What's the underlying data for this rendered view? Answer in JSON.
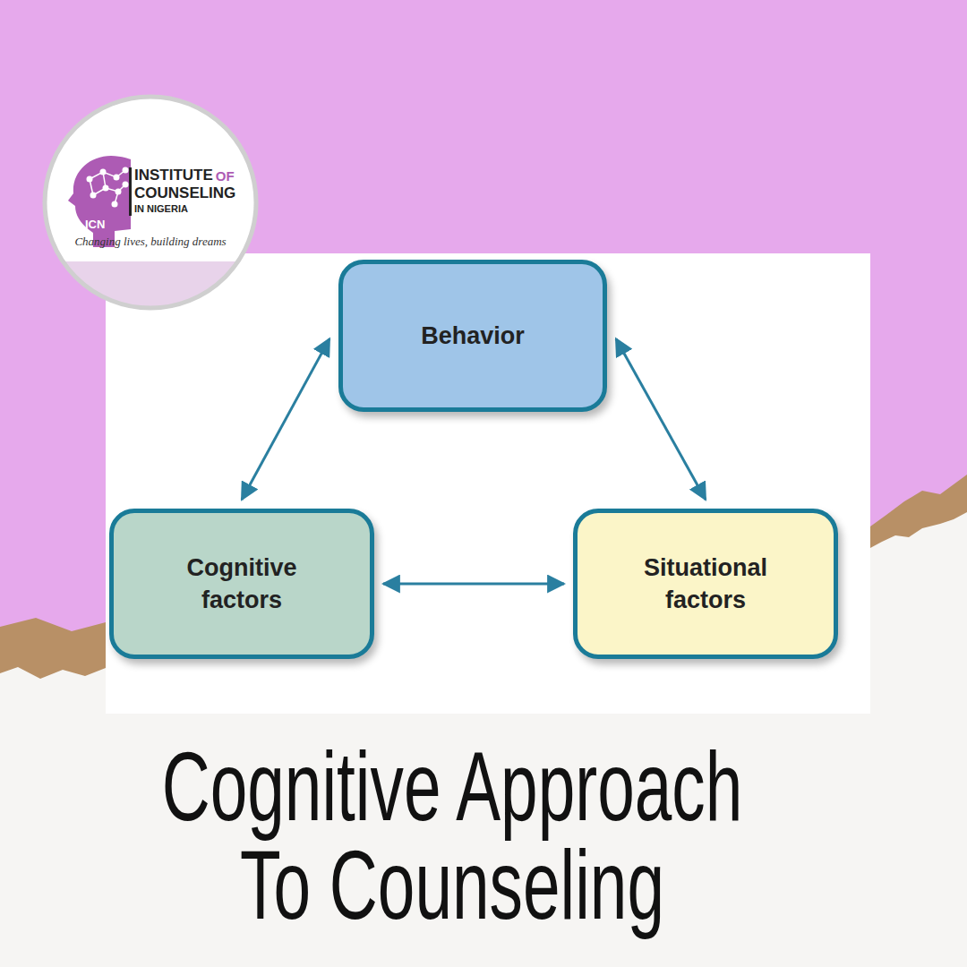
{
  "diagram": {
    "title": "Cognitive Approach To Counseling",
    "nodes": [
      {
        "text": [
          "Behavior"
        ]
      },
      {
        "text": [
          "Cognitive factors"
        ]
      },
      {
        "text": [
          "Situational factors"
        ]
      }
    ],
    "edges": [
      {
        "from": 0,
        "to": 1,
        "arrow": "both"
      },
      {
        "from": 0,
        "to": 2,
        "arrow": "both"
      },
      {
        "from": 1,
        "to": 2,
        "arrow": "both"
      }
    ],
    "labels": [
      "INSTITUTE",
      "OF",
      "COUNSELING",
      "IN NIGERIA",
      "ICN",
      "Changing lives, building dreams"
    ]
  }
}
